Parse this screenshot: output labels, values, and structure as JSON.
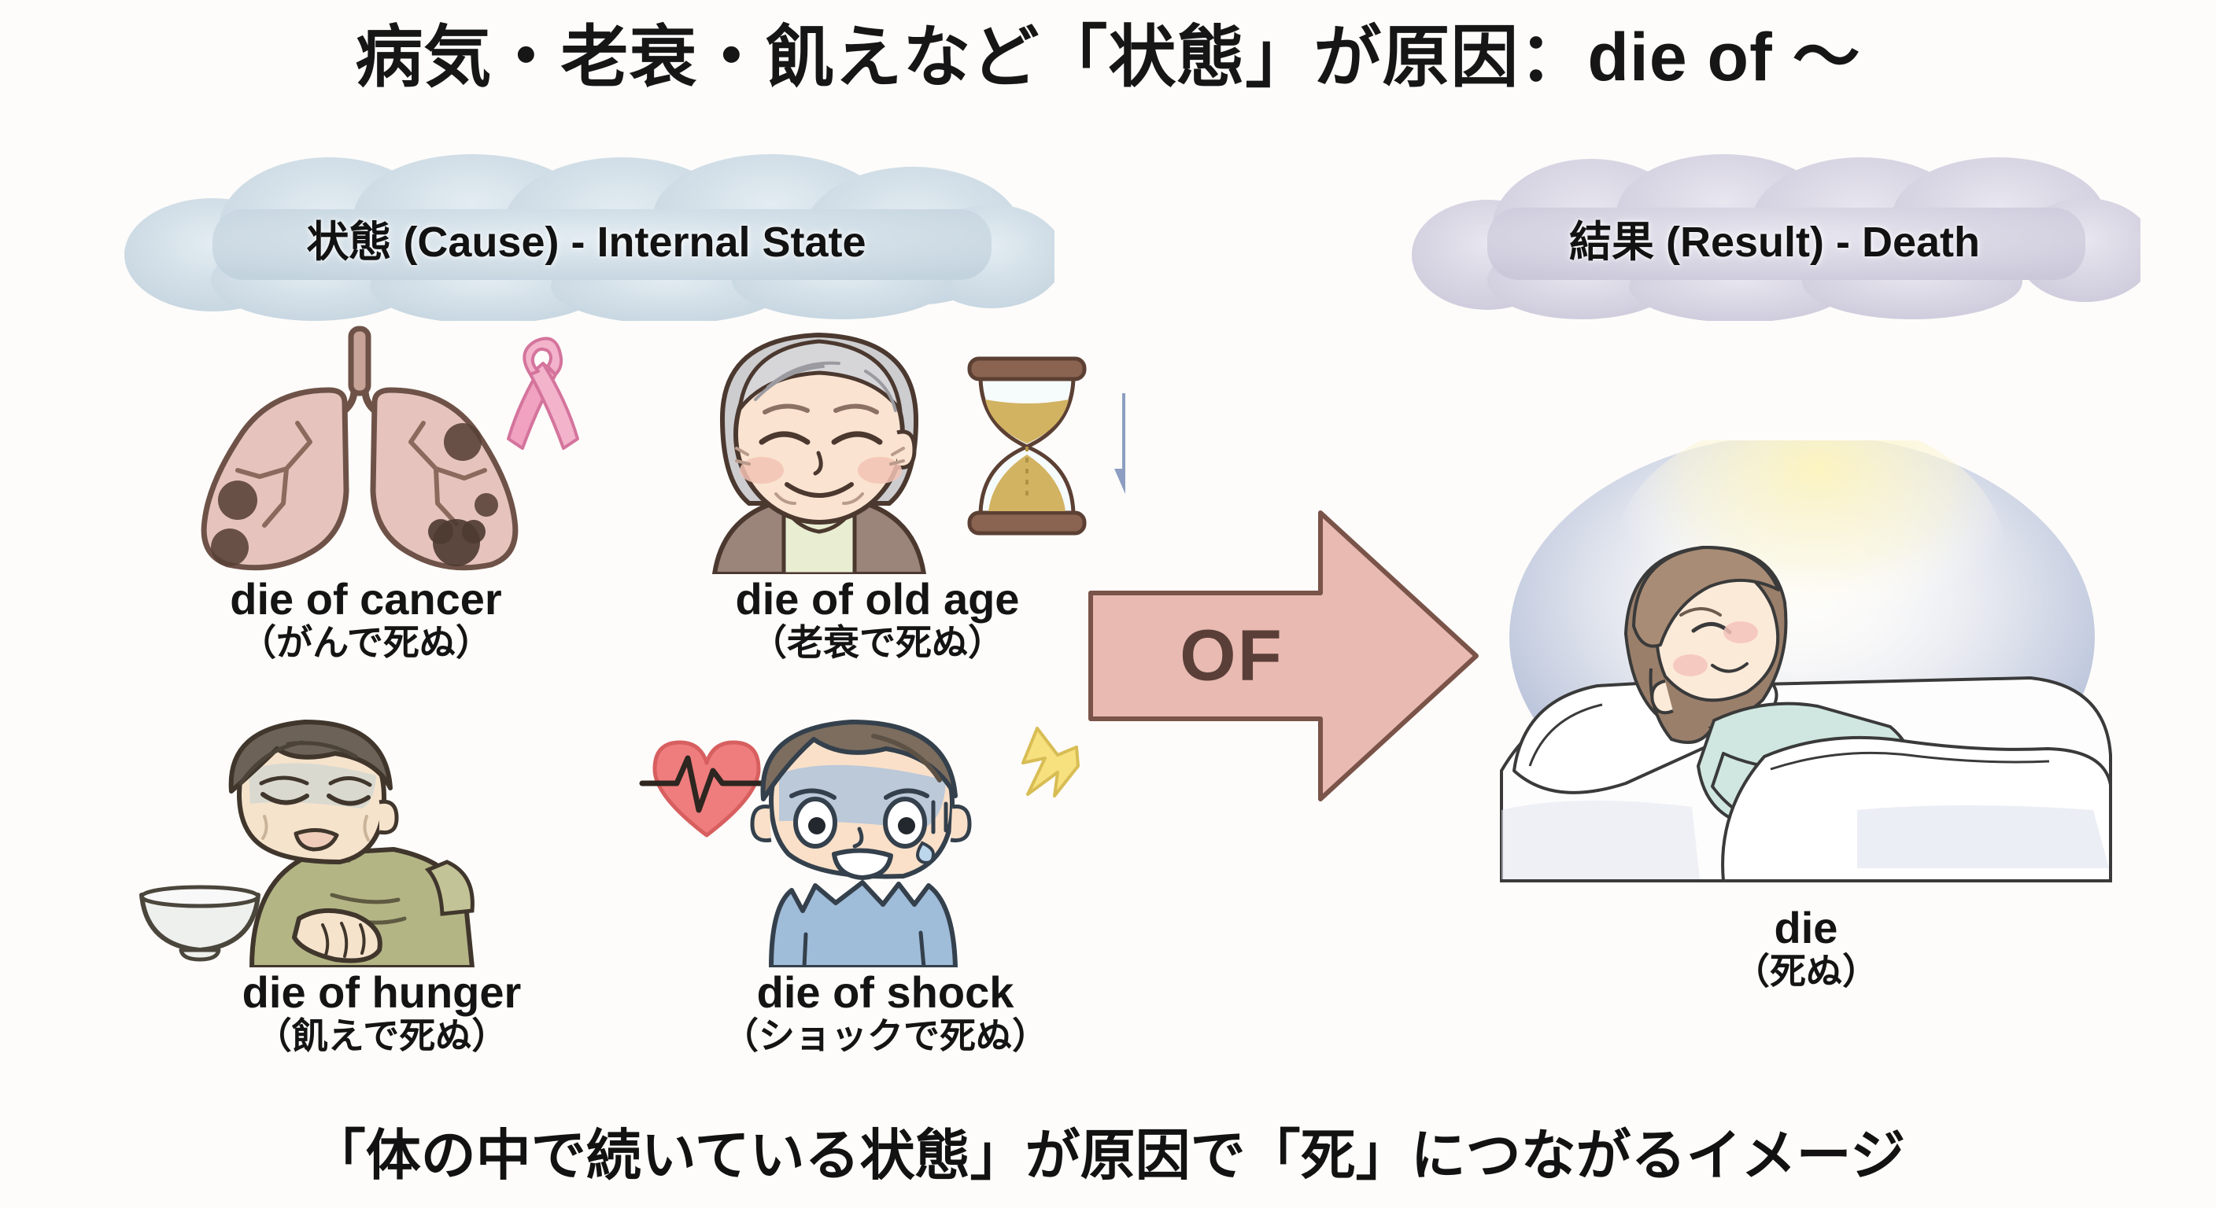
{
  "slide": {
    "title": "病気・老衰・飢えなど「状態」が原因：die of 〜",
    "footer": "「体の中で続いている状態」が原因で「死」につながるイメージ",
    "background_color": "#fdfcfa"
  },
  "clouds": {
    "cause": {
      "label": "状態 (Cause) - Internal State",
      "fill_color": "#ccd9e2"
    },
    "result": {
      "label": "結果 (Result) - Death",
      "fill_color": "#d4d2e0"
    }
  },
  "causes": [
    {
      "icon": "lungs-cancer-icon",
      "english": "die of cancer",
      "japanese": "（がんで死ぬ）",
      "accent_color": "#e8a8b8"
    },
    {
      "icon": "elderly-hourglass-icon",
      "english": "die of old age",
      "japanese": "（老衰で死ぬ）",
      "accent_color": "#cdaa62"
    },
    {
      "icon": "hungry-person-bowl-icon",
      "english": "die of hunger",
      "japanese": "（飢えで死ぬ）",
      "accent_color": "#a9ab7e"
    },
    {
      "icon": "shocked-person-heart-icon",
      "english": "die of shock",
      "japanese": "（ショックで死ぬ）",
      "accent_color": "#8fb0d0"
    }
  ],
  "arrow": {
    "label": "OF",
    "fill_color": "#e9bab2",
    "border_color": "#7a5349",
    "text_color": "#5a3f38"
  },
  "result": {
    "icon": "person-resting-in-bed-icon",
    "english": "die",
    "japanese": "（死ぬ）"
  }
}
